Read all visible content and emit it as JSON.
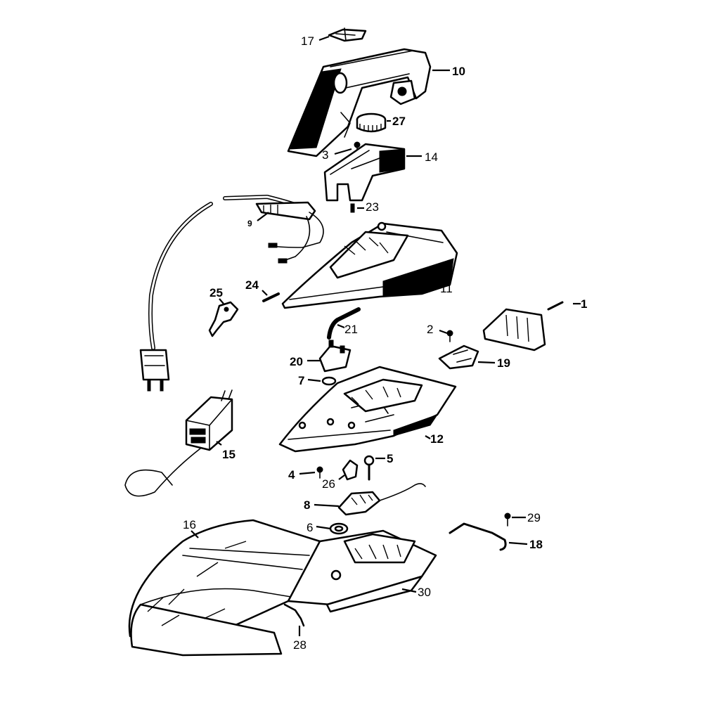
{
  "labels": {
    "p1": "1",
    "p2": "2",
    "p3": "3",
    "p4": "4",
    "p5": "5",
    "p6": "6",
    "p7": "7",
    "p8": "8",
    "p9": "9",
    "p10": "10",
    "p11": "11",
    "p12": "12",
    "p14": "14",
    "p15": "15",
    "p16": "16",
    "p17": "17",
    "p18": "18",
    "p19": "19",
    "p20": "20",
    "p21": "21",
    "p23": "23",
    "p24": "24",
    "p25": "25",
    "p26": "26",
    "p27": "27",
    "p28": "28",
    "p29": "29",
    "p30": "30"
  }
}
